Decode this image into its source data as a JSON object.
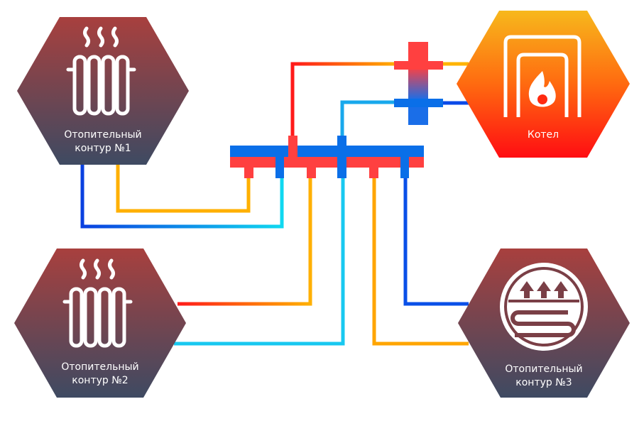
{
  "nodes": {
    "circuit1": {
      "line1": "Отопительный",
      "line2": "контур  №1"
    },
    "circuit2": {
      "line1": "Отопительный",
      "line2": "контур  №2"
    },
    "circuit3": {
      "line1": "Отопительный",
      "line2": "контур  №3"
    },
    "boiler": {
      "label": "Котел"
    }
  },
  "colors": {
    "hot": "#ff3b3b",
    "cold": "#0a6fe8",
    "hex_top": "#a0403f",
    "hex_bottom": "#404860",
    "boiler_top": "#f8b020",
    "boiler_bottom": "#ff1010"
  }
}
